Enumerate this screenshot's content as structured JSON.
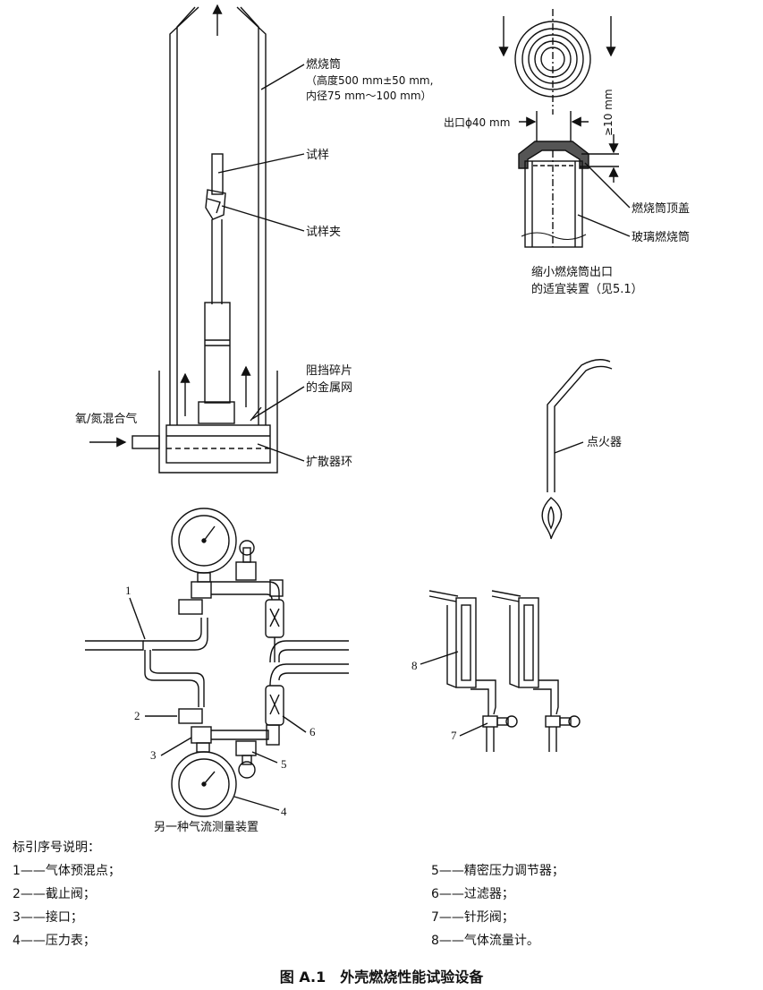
{
  "labels": {
    "burner": "燃烧筒",
    "burner_spec_1": "（高度500 mm±50 mm,",
    "burner_spec_2": "内径75 mm～100 mm）",
    "sample": "试样",
    "sample_clamp": "试样夹",
    "mesh_1": "阻挡碎片",
    "mesh_2": "的金属网",
    "gas_inlet": "氧/氮混合气",
    "diffuser": "扩散器环",
    "outlet": "出口ϕ40 mm",
    "min_gap": "≥10 mm",
    "top_cover": "燃烧筒顶盖",
    "glass_tube": "玻璃燃烧筒",
    "reducer_caption_1": "缩小燃烧筒出口",
    "reducer_caption_2": "的适宜装置（见5.1）",
    "igniter": "点火器",
    "alt_flow_caption": "另一种气流测量装置"
  },
  "callouts": [
    "1",
    "2",
    "3",
    "4",
    "5",
    "6",
    "7",
    "8"
  ],
  "legend": {
    "title": "标引序号说明：",
    "items": [
      "1——气体预混点；",
      "2——截止阀；",
      "3——接口；",
      "4——压力表；",
      "5——精密压力调节器；",
      "6——过滤器；",
      "7——针形阀；",
      "8——气体流量计。"
    ]
  },
  "caption": "图 A.1　外壳燃烧性能试验设备"
}
